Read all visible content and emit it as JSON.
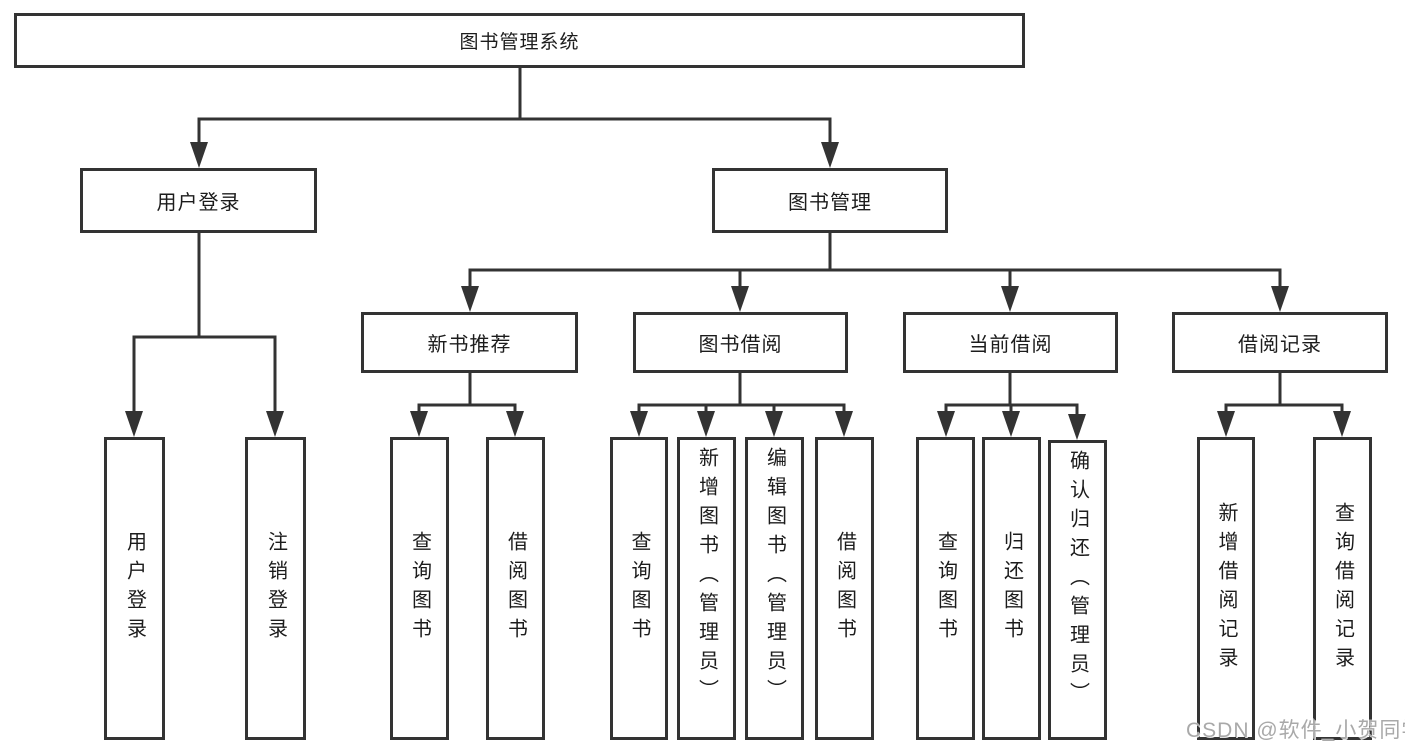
{
  "nodes": {
    "root": {
      "label": "图书管理系统"
    },
    "user_login": {
      "label": "用户登录"
    },
    "book_mgmt": {
      "label": "图书管理"
    },
    "new_book_rec": {
      "label": "新书推荐"
    },
    "book_borrow": {
      "label": "图书借阅"
    },
    "current_borrow": {
      "label": "当前借阅"
    },
    "borrow_records": {
      "label": "借阅记录"
    },
    "leaf_user_login": {
      "label": "用户登录"
    },
    "leaf_logout": {
      "label": "注销登录"
    },
    "leaf_rec_query_book": {
      "label": "查询图书"
    },
    "leaf_rec_borrow_book": {
      "label": "借阅图书"
    },
    "leaf_bb_query_book": {
      "label": "查询图书"
    },
    "leaf_bb_add_book": {
      "label": "新增图书（管理员）"
    },
    "leaf_bb_edit_book": {
      "label": "编辑图书（管理员）"
    },
    "leaf_bb_borrow_book": {
      "label": "借阅图书"
    },
    "leaf_cb_query_book": {
      "label": "查询图书"
    },
    "leaf_cb_return_book": {
      "label": "归还图书"
    },
    "leaf_cb_confirm_return": {
      "label": "确认归还（管理员）"
    },
    "leaf_br_add_record": {
      "label": "新增借阅记录"
    },
    "leaf_br_query_record": {
      "label": "查询借阅记录"
    }
  },
  "watermark": {
    "text": "CSDN @软件_小贺同学"
  },
  "colors": {
    "line": "#333333",
    "text": "#1c1c1c",
    "watermark": "#a9a9a9",
    "background": "#ffffff"
  }
}
